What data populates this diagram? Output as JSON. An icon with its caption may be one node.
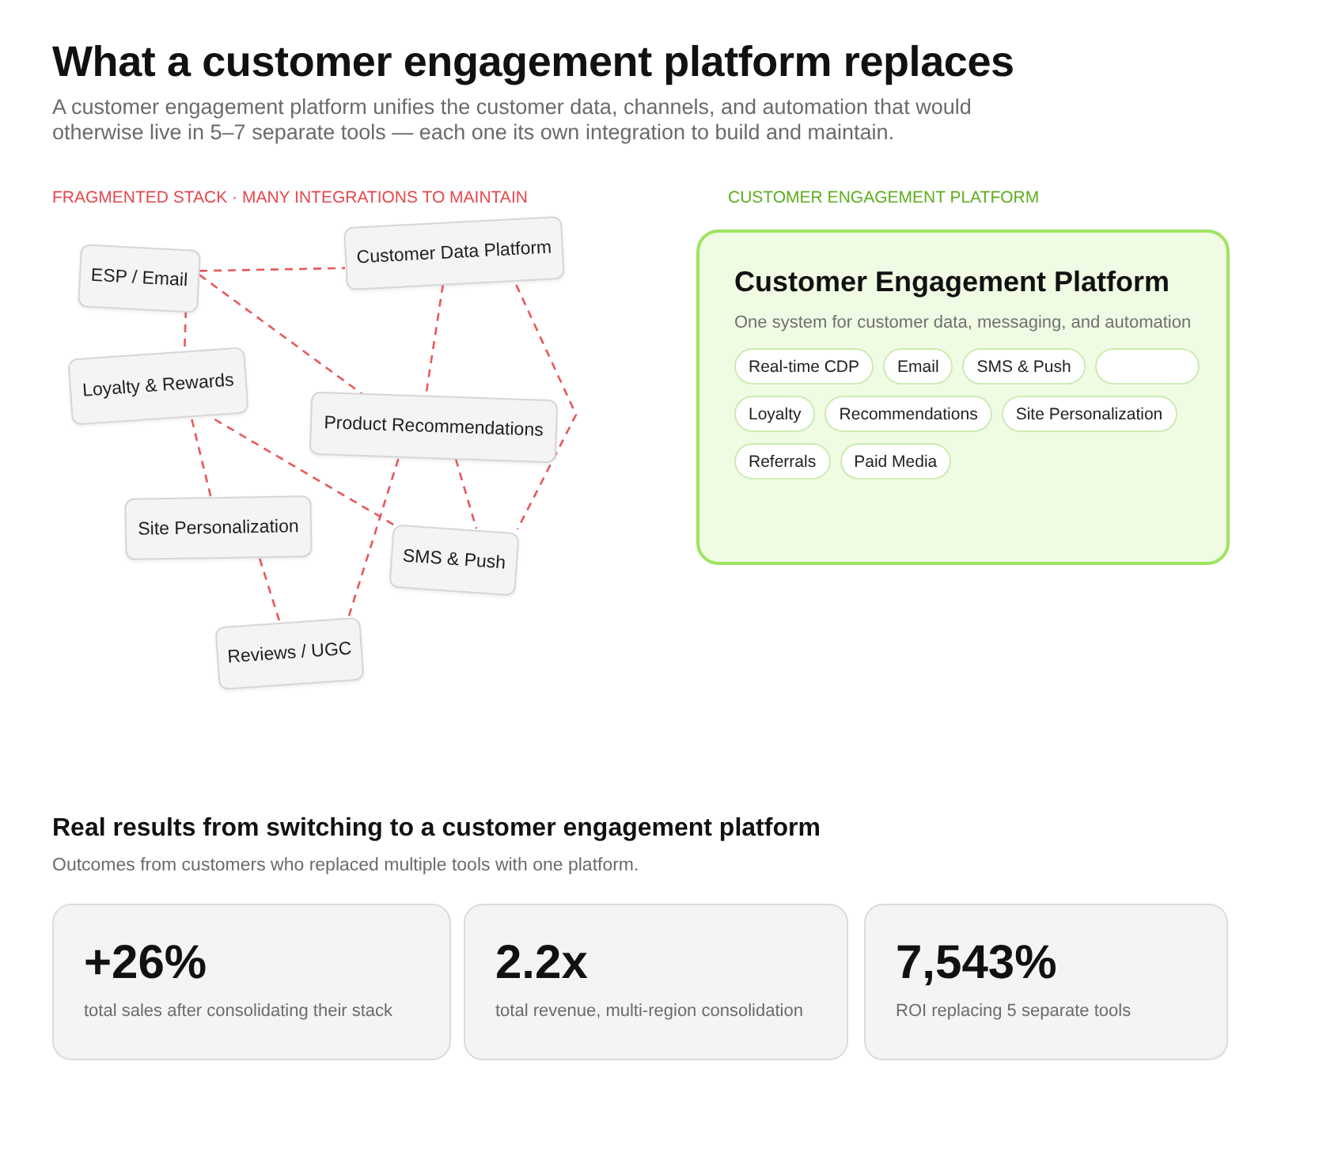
{
  "diagram": {
    "title": "What a customer engagement platform replaces",
    "nodes": [
      {
        "text": [
          "ESP / Email"
        ]
      },
      {
        "text": [
          "Customer Data Platform"
        ]
      },
      {
        "text": [
          "Loyalty & Rewards"
        ]
      },
      {
        "text": [
          "Product Recommendations"
        ]
      },
      {
        "text": [
          "Site Personalization"
        ]
      },
      {
        "text": [
          "SMS & Push"
        ]
      },
      {
        "text": [
          "Reviews / UGC"
        ]
      },
      {
        "text": [
          "Customer Engagement Platform",
          "One system for customer data, messaging, and automation"
        ]
      },
      {
        "text": [
          "Real-time CDP"
        ],
        "in": 7
      },
      {
        "text": [
          "Email"
        ],
        "in": 7
      },
      {
        "text": [
          "SMS & Push"
        ],
        "in": 7
      },
      {
        "text": [],
        "shape": "box",
        "in": 7
      },
      {
        "text": [
          "Loyalty"
        ],
        "in": 7
      },
      {
        "text": [
          "Recommendations"
        ],
        "in": 7
      },
      {
        "text": [
          "Site Personalization"
        ],
        "in": 7
      },
      {
        "text": [
          "Referrals"
        ],
        "in": 7
      },
      {
        "text": [
          "Paid Media"
        ],
        "in": 7
      },
      {
        "text": [
          "+26%",
          "total sales after consolidating their stack"
        ]
      },
      {
        "text": [
          "2.2x",
          "total revenue, multi-region consolidation"
        ]
      },
      {
        "text": [
          "7,543%",
          "ROI replacing 5 separate tools"
        ]
      }
    ],
    "edges": [
      {
        "from": 0,
        "to": 1,
        "arrow": "none",
        "style": "dashed"
      },
      {
        "from": 0,
        "to": 3,
        "arrow": "none",
        "style": "dashed"
      },
      {
        "from": 0,
        "to": 2,
        "arrow": "none",
        "style": "dashed"
      },
      {
        "from": 1,
        "to": 3,
        "arrow": "none",
        "style": "dashed"
      },
      {
        "from": 1,
        "to": 5,
        "arrow": "none",
        "style": "dashed"
      },
      {
        "from": 2,
        "to": 5,
        "arrow": "none",
        "style": "dashed"
      },
      {
        "from": 2,
        "to": 4,
        "arrow": "none",
        "style": "dashed"
      },
      {
        "from": 3,
        "to": 5,
        "arrow": "none",
        "style": "dashed"
      },
      {
        "from": 3,
        "to": 6,
        "arrow": "none",
        "style": "dashed"
      },
      {
        "from": 4,
        "to": 6,
        "arrow": "none",
        "style": "dashed"
      }
    ],
    "labels": [
      "A customer engagement platform unifies the customer data, channels, and automation that would otherwise live in 5–7 separate tools — each one its own integration to build and maintain.",
      "FRAGMENTED STACK · MANY INTEGRATIONS TO MAINTAIN",
      "CUSTOMER ENGAGEMENT PLATFORM",
      "Real results from switching to a customer engagement platform",
      "Outcomes from customers who replaced multiple tools with one platform."
    ]
  }
}
